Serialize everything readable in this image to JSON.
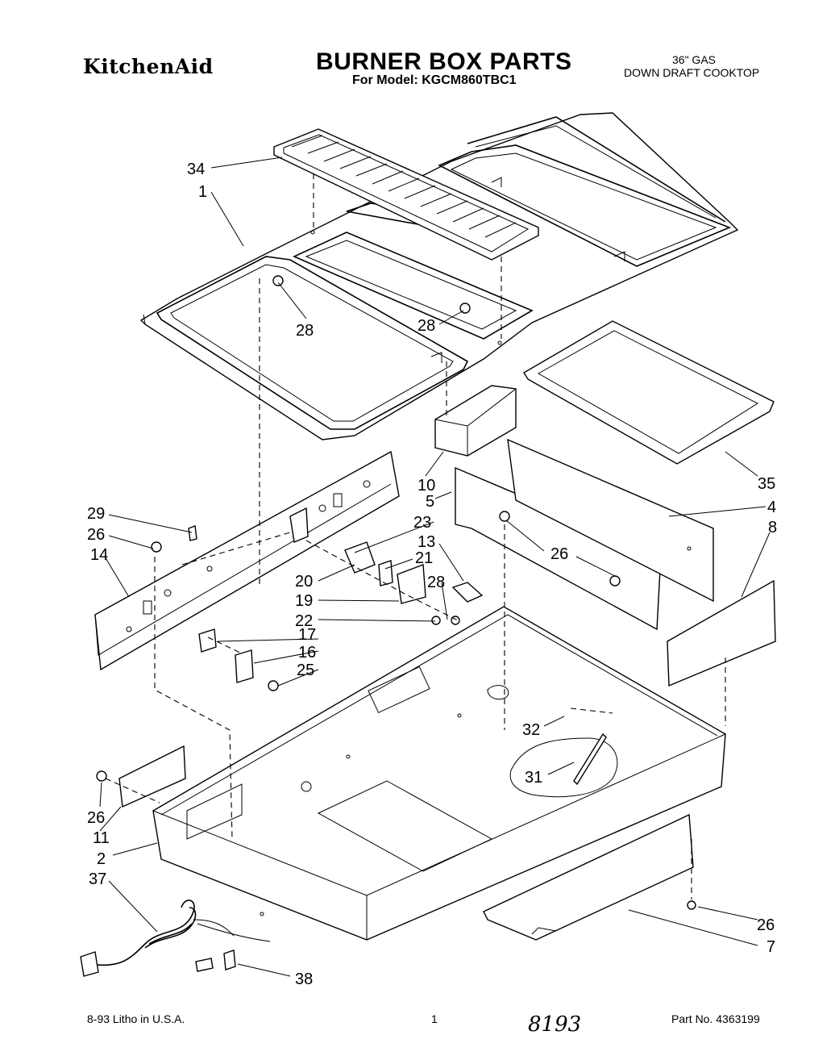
{
  "header": {
    "brand": "KitchenAid",
    "title": "BURNER BOX PARTS",
    "model": "For Model: KGCM860TBC1",
    "product_line1": "36\" GAS",
    "product_line2": "DOWN DRAFT COOKTOP"
  },
  "footer": {
    "litho": "8-93  Litho in U.S.A.",
    "page": "1",
    "handwritten": "8193",
    "part_no": "Part No. 4363199"
  },
  "callouts": [
    "34",
    "1",
    "28",
    "28",
    "10",
    "5",
    "35",
    "4",
    "8",
    "29",
    "26",
    "14",
    "23",
    "13",
    "21",
    "20",
    "28",
    "19",
    "22",
    "17",
    "16",
    "25",
    "26",
    "32",
    "31",
    "26",
    "11",
    "2",
    "37",
    "26",
    "7",
    "38"
  ]
}
